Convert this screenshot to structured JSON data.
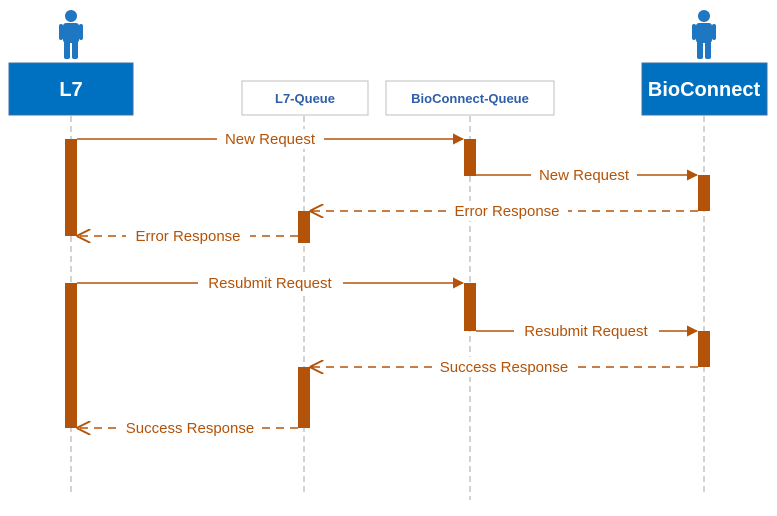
{
  "participants": {
    "l7": {
      "label": "L7",
      "kind": "actor"
    },
    "l7_queue": {
      "label": "L7-Queue",
      "kind": "queue"
    },
    "bio_queue": {
      "label": "BioConnect-Queue",
      "kind": "queue"
    },
    "bioconnect": {
      "label": "BioConnect",
      "kind": "actor"
    }
  },
  "messages": [
    {
      "from": "L7",
      "to": "BioConnect-Queue",
      "label": "New Request",
      "style": "solid"
    },
    {
      "from": "BioConnect-Queue",
      "to": "BioConnect",
      "label": "New Request",
      "style": "solid"
    },
    {
      "from": "BioConnect",
      "to": "L7-Queue",
      "label": "Error Response",
      "style": "dashed"
    },
    {
      "from": "L7-Queue",
      "to": "L7",
      "label": "Error Response",
      "style": "dashed"
    },
    {
      "from": "L7",
      "to": "BioConnect-Queue",
      "label": "Resubmit Request",
      "style": "solid"
    },
    {
      "from": "BioConnect-Queue",
      "to": "BioConnect",
      "label": "Resubmit Request",
      "style": "solid"
    },
    {
      "from": "BioConnect",
      "to": "L7-Queue",
      "label": "Success Response",
      "style": "dashed"
    },
    {
      "from": "L7-Queue",
      "to": "L7",
      "label": "Success Response",
      "style": "dashed"
    }
  ],
  "colors": {
    "actor_box": "#0070c0",
    "actor_icon": "#1f77c2",
    "queue_border": "#bfbfbf",
    "queue_text": "#2f5fa8",
    "activation": "#b35309",
    "message": "#b35309",
    "lifeline": "#a6a6a6"
  },
  "icons": {
    "actor": "person-icon"
  }
}
